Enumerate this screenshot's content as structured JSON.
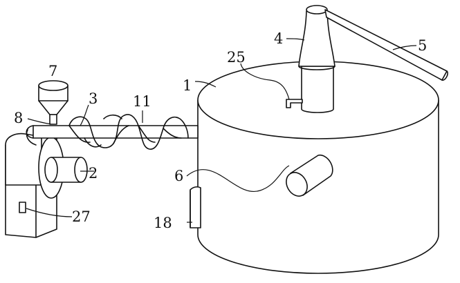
{
  "labels": {
    "tank": "1",
    "motor_shaft": "2",
    "conveyor_pipe": "3",
    "cyclone": "4",
    "return_pipe": "5",
    "outlet_pipe": "6",
    "hopper": "7",
    "feed_inlet": "8",
    "screw_blade": "11",
    "drain_valve": "18",
    "small_nozzle": "25",
    "control_panel": "27"
  }
}
